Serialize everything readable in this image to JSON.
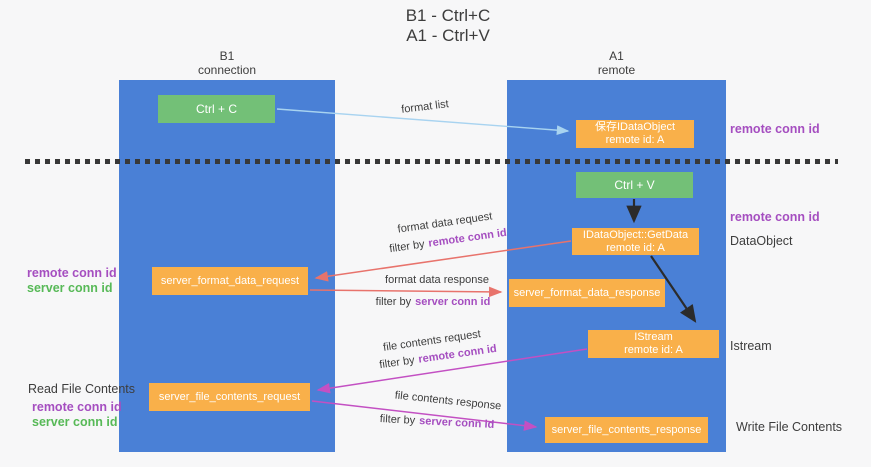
{
  "colors": {
    "background": "#f7f7f8",
    "column_blue": "#4a80d6",
    "node_orange": "#f9b04a",
    "node_green": "#73c077",
    "arrow_light_blue": "#a8d3f0",
    "arrow_salmon": "#e8736c",
    "arrow_magenta": "#c350c3",
    "arrow_black": "#2b2b2b",
    "conn_id_purple": "#a54ec0",
    "conn_id_green": "#57b957",
    "text_dark": "#3d3d3d"
  },
  "title": {
    "line1": "B1 - Ctrl+C",
    "line2": "A1 - Ctrl+V"
  },
  "columns": {
    "left": {
      "name": "B1",
      "role": "connection"
    },
    "right": {
      "name": "A1",
      "role": "remote"
    }
  },
  "nodes": {
    "ctrl_c": {
      "label": "Ctrl + C"
    },
    "save_idataobject": {
      "line1": "保存IDataObject",
      "line2": "remote id: A"
    },
    "ctrl_v": {
      "label": "Ctrl + V"
    },
    "idataobject_getdata": {
      "line1": "IDataObject::GetData",
      "line2": "remote id: A"
    },
    "server_format_data_request": {
      "label": "server_format_data_request"
    },
    "server_format_data_response": {
      "label": "server_format_data_response"
    },
    "istream": {
      "line1": "IStream",
      "line2": "remote id: A"
    },
    "server_file_contents_request": {
      "label": "server_file_contents_request"
    },
    "server_file_contents_response": {
      "label": "server_file_contents_response"
    }
  },
  "arrow_labels": {
    "format_list": "format list",
    "format_data_request": "format data request",
    "format_data_response": "format data response",
    "file_contents_request": "file contents request",
    "file_contents_response": "file contents response",
    "filter_by": "filter by",
    "remote_conn_id": "remote conn id",
    "server_conn_id": "server conn id"
  },
  "side_labels": {
    "remote_conn_id": "remote conn id",
    "server_conn_id": "server conn id",
    "read_file_contents": "Read File Contents",
    "write_file_contents": "Write File Contents",
    "dataobject": "DataObject",
    "istream": "Istream"
  }
}
